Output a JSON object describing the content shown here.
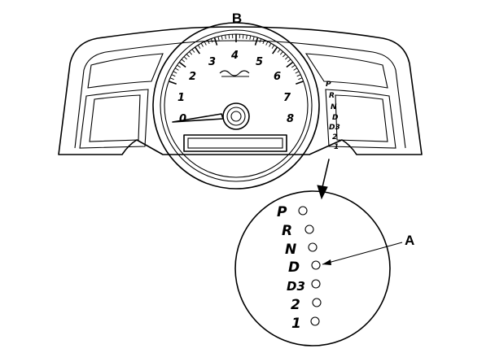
{
  "callouts": {
    "top": "B",
    "side": "A"
  },
  "tachometer": {
    "numbers": [
      "0",
      "1",
      "2",
      "3",
      "4",
      "5",
      "6",
      "7",
      "8"
    ]
  },
  "cluster_gears": [
    "P",
    "R",
    "N",
    "D",
    "D3",
    "2",
    "1"
  ],
  "detail_gears": [
    "P",
    "R",
    "N",
    "D",
    "D3",
    "2",
    "1"
  ]
}
